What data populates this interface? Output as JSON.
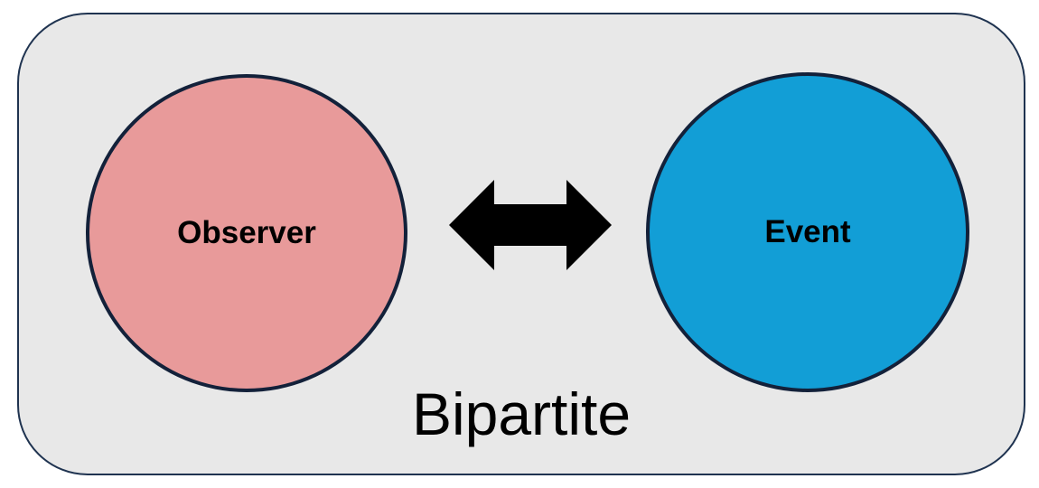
{
  "diagram": {
    "colors": {
      "panel_fill": "#e8e8e8",
      "panel_border": "#1f3350",
      "observer_fill": "#e89a9a",
      "event_fill": "#129ed6",
      "node_border": "#13213a",
      "arrow_fill": "#000000"
    },
    "nodes": {
      "observer": {
        "label": "Observer"
      },
      "event": {
        "label": "Event"
      }
    },
    "connector": {
      "icon": "double-arrow-icon",
      "direction": "bidirectional"
    },
    "caption": "Bipartite"
  }
}
